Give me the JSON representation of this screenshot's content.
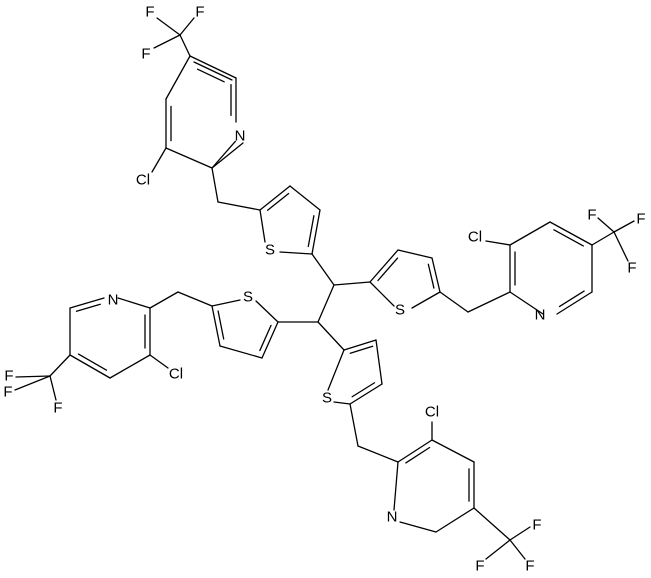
{
  "structure": {
    "atom_labels": {
      "F": "F",
      "N": "N",
      "Cl": "Cl",
      "S": "S"
    },
    "colors": {
      "bond": "#000000",
      "label": "#000000",
      "background": "#ffffff"
    },
    "groups": [
      {
        "name": "upper-left",
        "substituents": [
          "F",
          "F",
          "F",
          "N",
          "Cl",
          "S"
        ]
      },
      {
        "name": "right",
        "substituents": [
          "Cl",
          "F",
          "F",
          "F",
          "N",
          "S"
        ]
      },
      {
        "name": "left",
        "substituents": [
          "N",
          "Cl",
          "F",
          "F",
          "F",
          "S"
        ]
      },
      {
        "name": "lower",
        "substituents": [
          "S",
          "Cl",
          "N",
          "F",
          "F",
          "F"
        ]
      }
    ]
  }
}
